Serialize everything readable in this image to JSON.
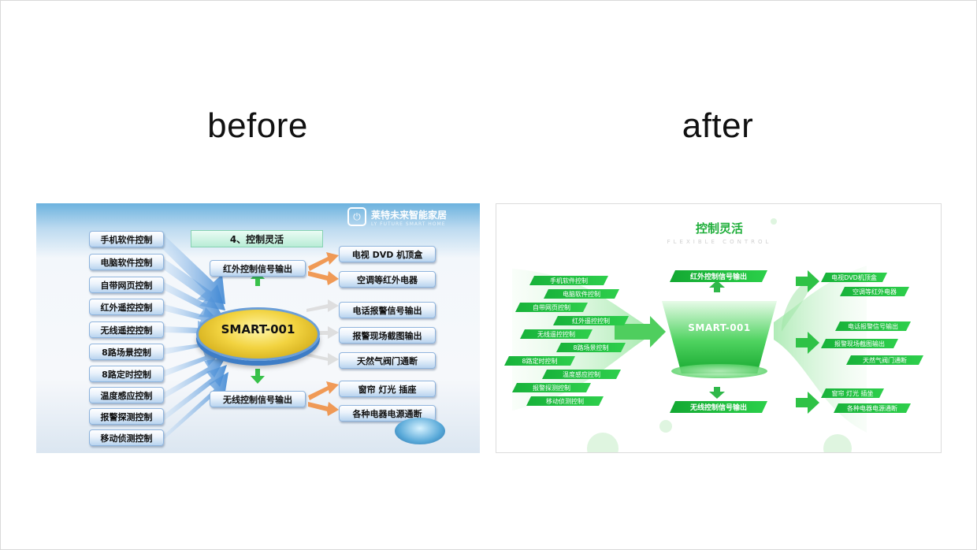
{
  "headings": {
    "before": "before",
    "after": "after"
  },
  "before": {
    "brand": "莱特未来智能家居",
    "brand_sub": "LY FUTURE SMART HOME",
    "title": "4、控制灵活",
    "center": "SMART-001",
    "left_items": [
      "手机软件控制",
      "电脑软件控制",
      "自带网页控制",
      "红外遥控控制",
      "无线遥控控制",
      "8路场景控制",
      "8路定时控制",
      "温度感应控制",
      "报警探测控制",
      "移动侦测控制"
    ],
    "mid_top": "红外控制信号输出",
    "mid_bottom": "无线控制信号输出",
    "right_items": [
      "电视 DVD 机顶盒",
      "空调等红外电器",
      "电话报警信号输出",
      "报警现场截图输出",
      "天然气阀门通断",
      "窗帘 灯光 插座",
      "各种电器电源通断"
    ]
  },
  "after": {
    "title": "控制灵活",
    "subtitle": "FLEXIBLE CONTROL",
    "center": "SMART-001",
    "left_items": [
      "手机软件控制",
      "电脑软件控制",
      "自带网页控制",
      "红外遥控控制",
      "无线遥控控制",
      "8路场景控制",
      "8路定时控制",
      "温度感应控制",
      "报警探测控制",
      "移动侦测控制"
    ],
    "mid_top": "红外控制信号输出",
    "mid_bottom": "无线控制信号输出",
    "right_items": [
      "电视DVD机顶盒",
      "空调等红外电器",
      "电话报警信号输出",
      "报警现场截图输出",
      "天然气阀门通断",
      "窗帘 灯光 插坐",
      "各种电器电源通断"
    ]
  },
  "colors": {
    "after_green": "#1fae3a",
    "before_blue": "#4a8fd4"
  }
}
